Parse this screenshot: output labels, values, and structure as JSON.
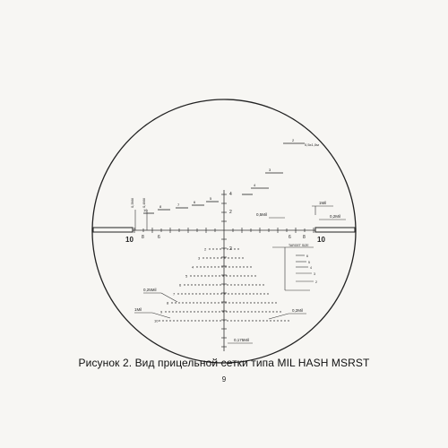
{
  "figure": {
    "caption": "Рисунок 2. Вид прицельной сетки типа MIL HASH MSRST",
    "page_number": "9"
  },
  "reticle": {
    "left_post_number": "10",
    "right_post_number": "10",
    "left_hash_numbers": [
      "8",
      "6"
    ],
    "right_hash_numbers": [
      "6",
      "8"
    ],
    "vertical_upper_numbers": [
      "4",
      "2"
    ],
    "vertical_lower_number": "2",
    "stadia_numbers": [
      "10",
      "8",
      "7",
      "6",
      "5",
      "4",
      "3",
      "2"
    ],
    "stadia_top_annotation": "0,5x1,0м",
    "target_size_label": "TARGET SIZE",
    "range_scale_numbers": [
      "6",
      "5",
      "4",
      "3",
      "2"
    ],
    "annotations": {
      "upper_left_a": "0,3Mil",
      "upper_left_b": "0,4Mil",
      "right_mil": "1Mil",
      "right_half_mil": "0,5Mil",
      "right_02": "0,2Mil",
      "left_025": "0,25Mil",
      "left_1mil": "1Mil",
      "right_lower_02": "0,2Mil",
      "bottom_0175": "0,175Mil"
    },
    "ladder_row_numbers": [
      "2",
      "3",
      "4",
      "5",
      "6",
      "7",
      "8",
      "9",
      "10"
    ]
  }
}
